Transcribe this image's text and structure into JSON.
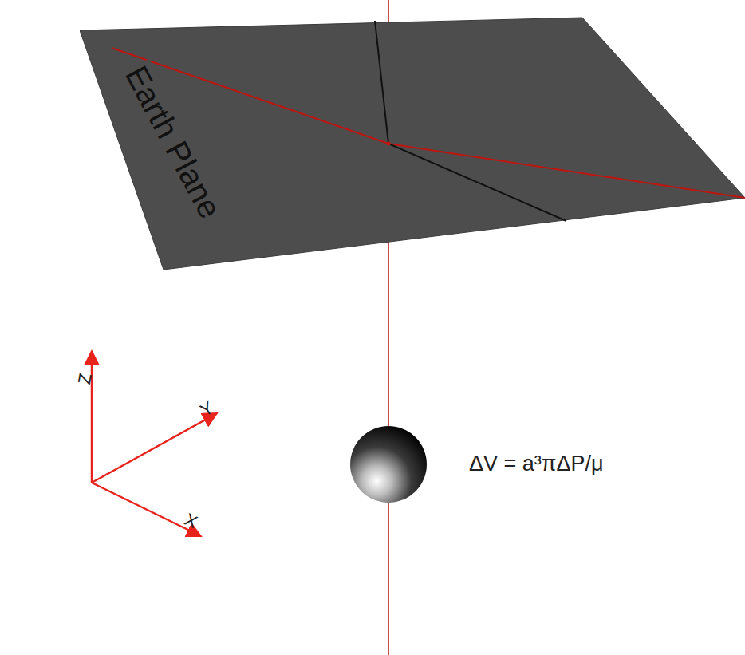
{
  "diagram": {
    "nodes": [
      {
        "text": [
          "Earth Plane"
        ]
      }
    ],
    "labels": [
      "Z",
      "Y",
      "X",
      "ΔV = a³πΔP/μ"
    ]
  }
}
